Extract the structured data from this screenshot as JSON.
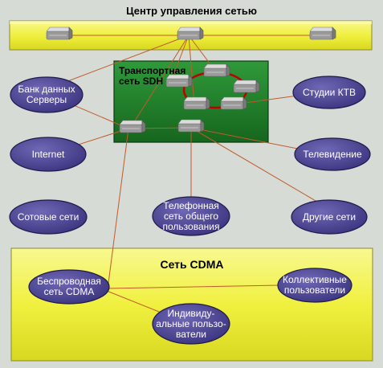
{
  "diagram": {
    "title": "Центр управления сетью",
    "sdh_title_line1": "Транспортная",
    "sdh_title_line2": "сеть SDH",
    "cdma_title": "Сеть CDMA",
    "nodes": {
      "bank": [
        "Банк данных",
        "Серверы"
      ],
      "internet": [
        "Internet"
      ],
      "cellular": [
        "Сотовые сети"
      ],
      "telephone": [
        "Телефонная",
        "сеть общего",
        "пользования"
      ],
      "other": [
        "Другие сети"
      ],
      "tv": [
        "Телевидение"
      ],
      "ktv": [
        "Студии КТВ"
      ],
      "wireless": [
        "Беспроводная",
        "сеть CDMA"
      ],
      "collective": [
        "Коллективные",
        "пользователи"
      ],
      "individual": [
        "Индивиду-",
        "альные пользо-",
        "ватели"
      ]
    },
    "colors": {
      "yellow_panel": "#f2f25a",
      "green_panel": "#1e7a28",
      "ellipse": "#4d4590",
      "link": "#c25a2a",
      "ring": "#c00000"
    }
  }
}
